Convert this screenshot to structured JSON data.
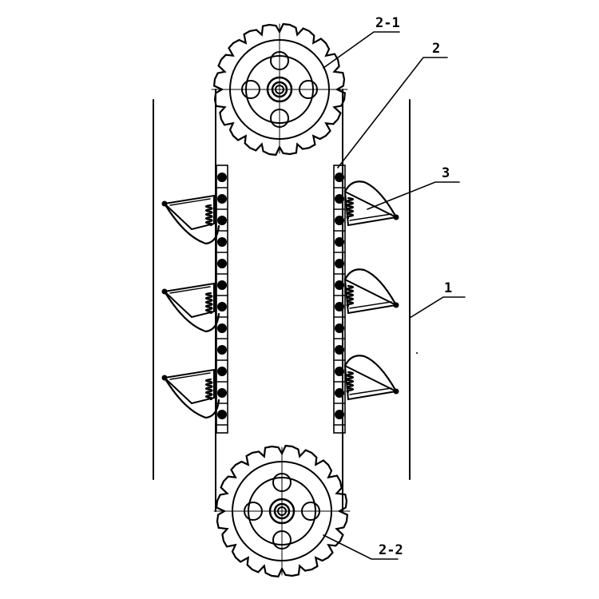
{
  "figure": {
    "callouts": {
      "top_sprocket": "2-1",
      "chain": "2",
      "bucket": "3",
      "housing": "1",
      "bottom_sprocket": "2-2"
    },
    "colors": {
      "line": "#000000",
      "background": "#ffffff"
    }
  }
}
